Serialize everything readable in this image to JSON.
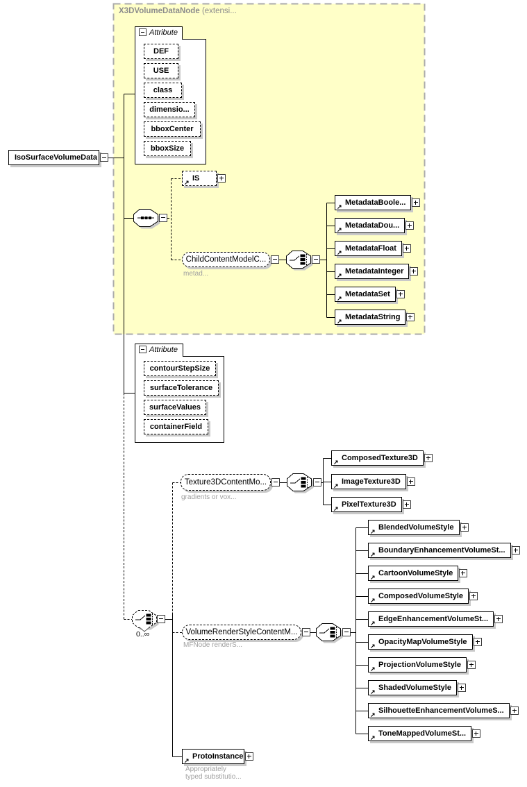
{
  "colors": {
    "container_background": "#ffffc8",
    "container_border": "#ababab",
    "box_shadow": "#c9c9c9",
    "annotation_text": "#a0a0a0"
  },
  "icons": {
    "ref_arrow": "↗"
  },
  "root_element": {
    "label": "IsoSurfaceVolumeData"
  },
  "base_type": {
    "title": "X3DVolumeDataNode",
    "suffix": "(extensi..."
  },
  "attribute_group_base": {
    "header": "Attribute",
    "items": [
      "DEF",
      "USE",
      "class",
      "dimensio...",
      "bboxCenter",
      "bboxSize"
    ]
  },
  "is_element": {
    "label": "IS"
  },
  "metadata": {
    "group_label": "ChildContentModelC...",
    "annotation": "metad...",
    "items": [
      "MetadataBoole...",
      "MetadataDou...",
      "MetadataFloat",
      "MetadataInteger",
      "MetadataSet",
      "MetadataString"
    ]
  },
  "attribute_group_local": {
    "header": "Attribute",
    "items": [
      "contourStepSize",
      "surfaceTolerance",
      "surfaceValues",
      "containerField"
    ]
  },
  "texture": {
    "group_label": "Texture3DContentMo...",
    "annotation": "gradients or vox...",
    "items": [
      "ComposedTexture3D",
      "ImageTexture3D",
      "PixelTexture3D"
    ]
  },
  "render_style": {
    "multiplicity": "0..∞",
    "group_label": "VolumeRenderStyleContentM...",
    "annotation": "MFNode renderS...",
    "items": [
      "BlendedVolumeStyle",
      "BoundaryEnhancementVolumeSt...",
      "CartoonVolumeStyle",
      "ComposedVolumeStyle",
      "EdgeEnhancementVolumeSt...",
      "OpacityMapVolumeStyle",
      "ProjectionVolumeStyle",
      "ShadedVolumeStyle",
      "SilhouetteEnhancementVolumeS...",
      "ToneMappedVolumeSt..."
    ]
  },
  "proto_instance": {
    "label": "ProtoInstance",
    "annotation_line1": "Appropriately",
    "annotation_line2": "typed substitutio..."
  }
}
